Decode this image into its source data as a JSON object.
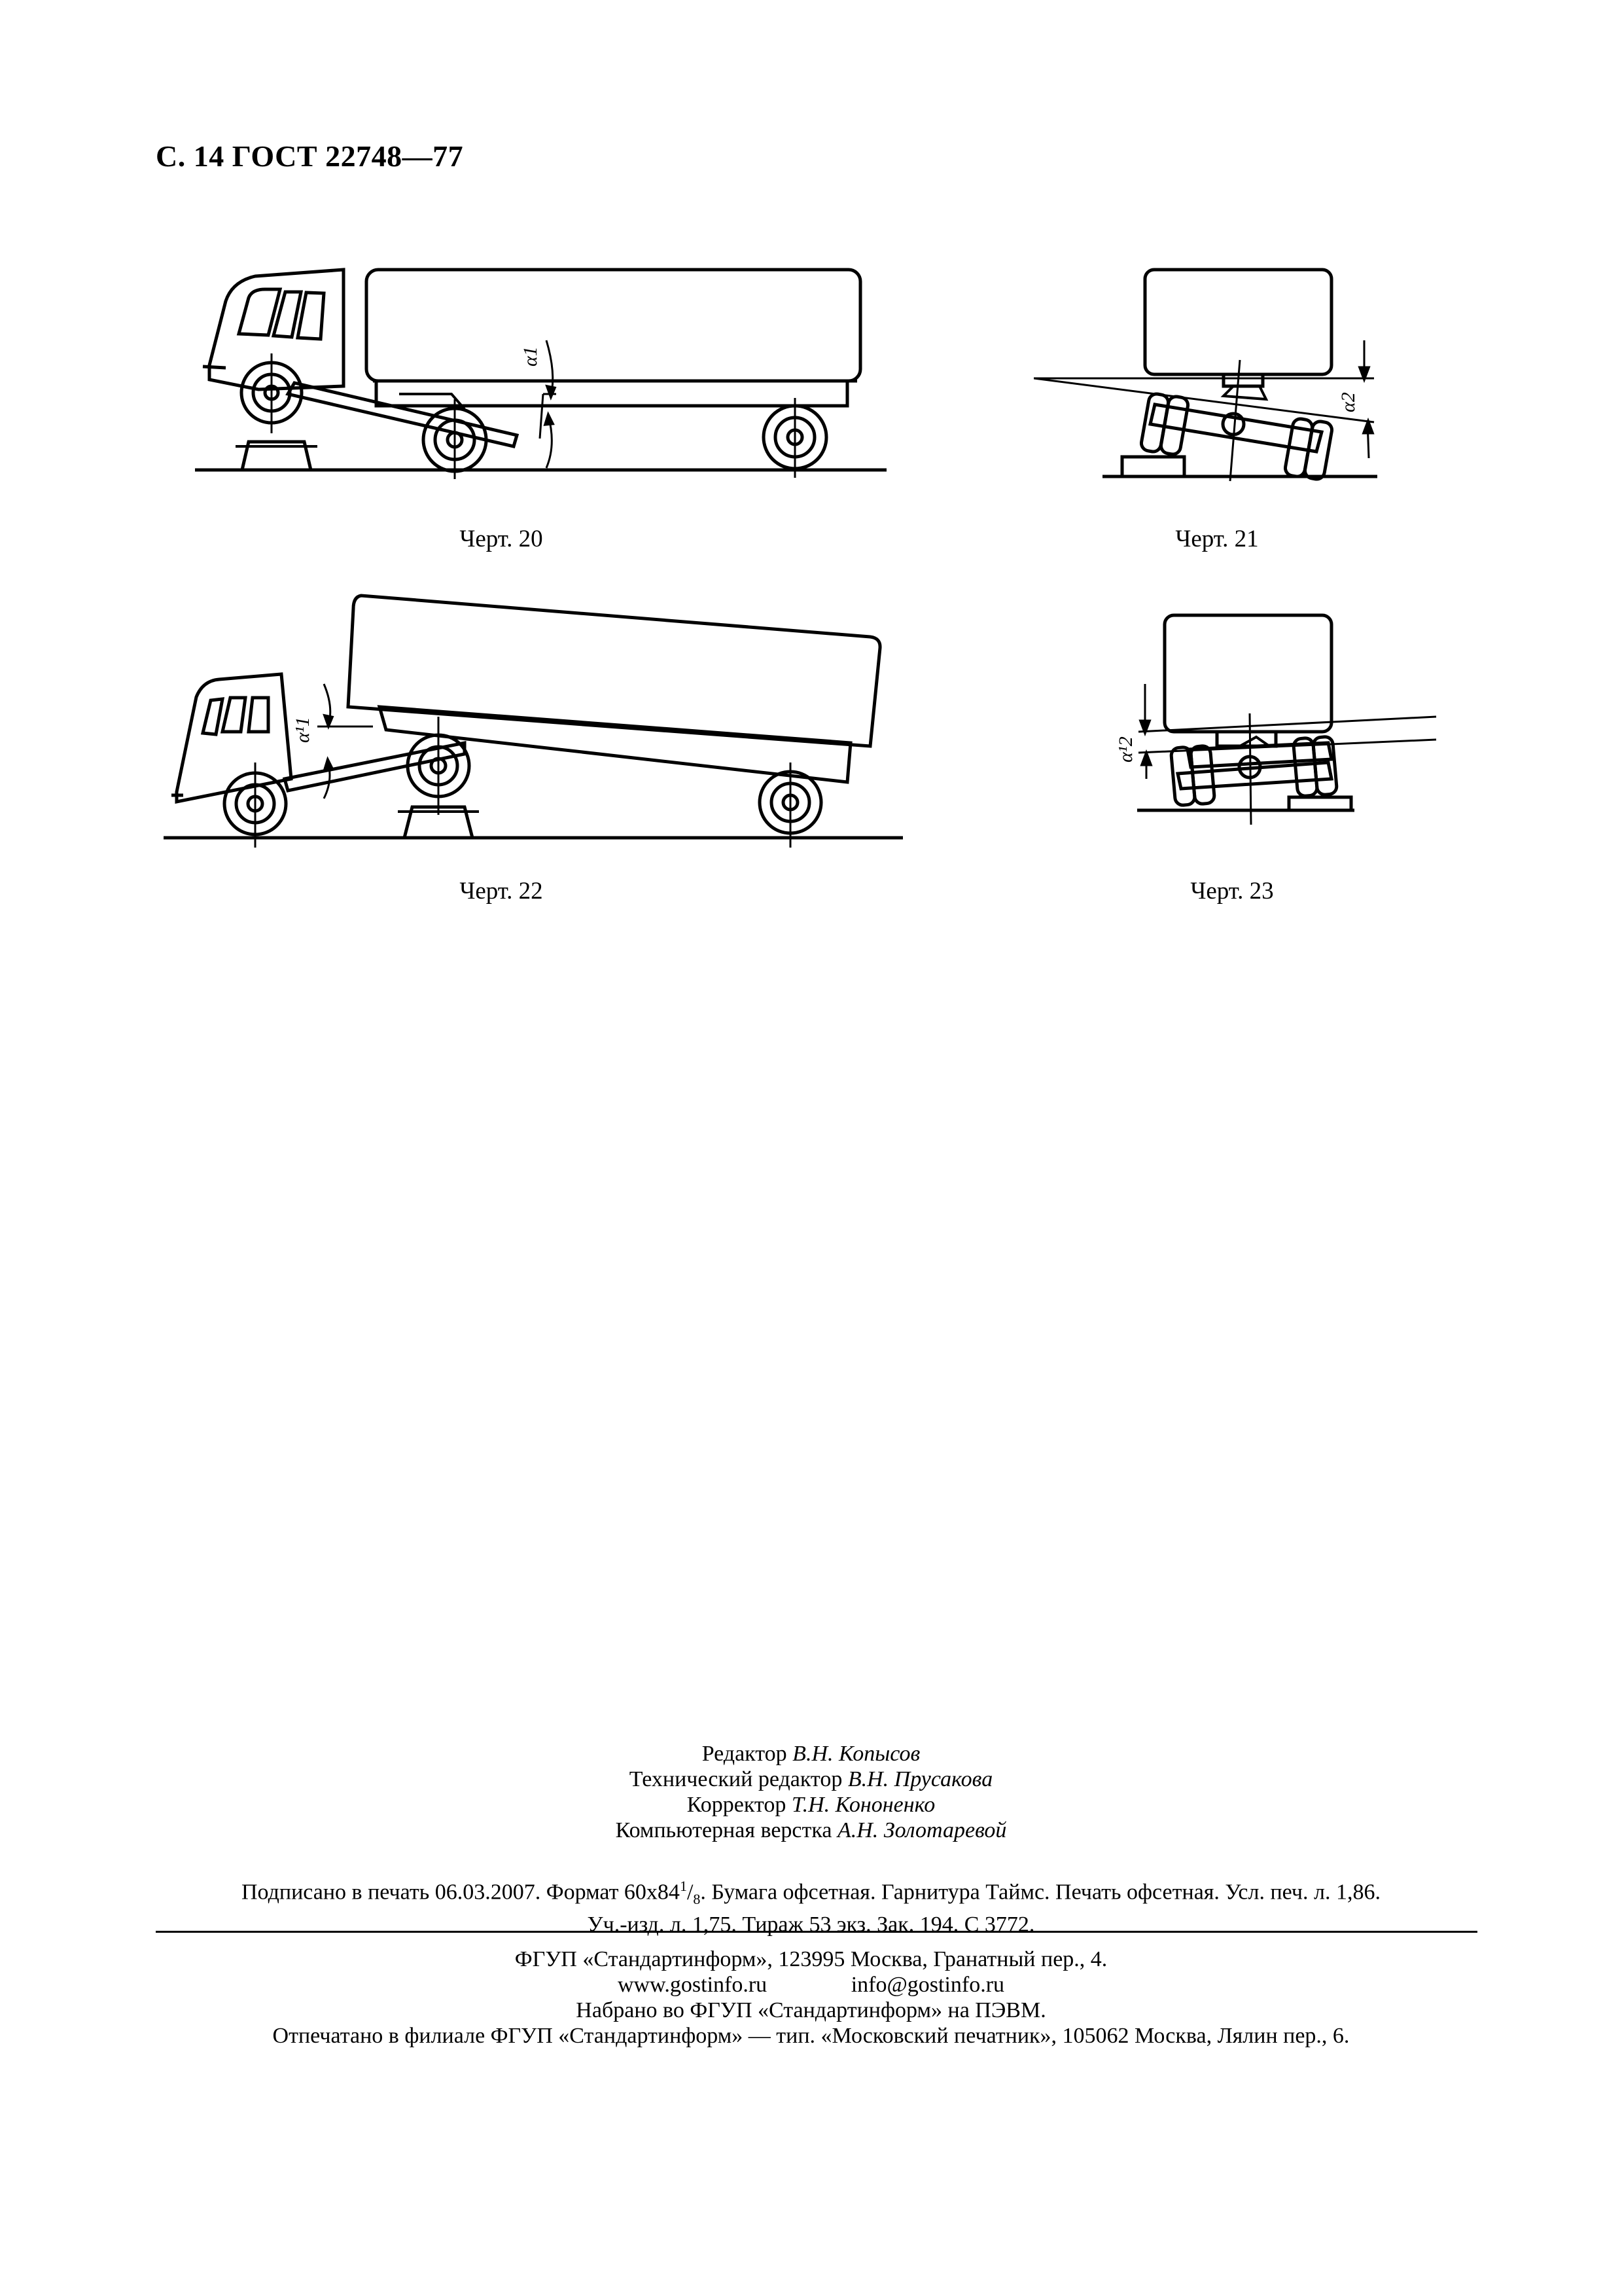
{
  "header": {
    "title": "С. 14 ГОСТ 22748—77"
  },
  "figures": {
    "fig20": {
      "caption": "Черт. 20",
      "angle_label": "α1"
    },
    "fig21": {
      "caption": "Черт. 21",
      "angle_label": "α2"
    },
    "fig22": {
      "caption": "Черт. 22",
      "angle_label": "α¹1"
    },
    "fig23": {
      "caption": "Черт. 23",
      "angle_label": "α¹2"
    }
  },
  "credits": {
    "editor_role": "Редактор",
    "editor_name": "В.Н. Копысов",
    "tech_editor_role": "Технический редактор",
    "tech_editor_name": "В.Н. Прусакова",
    "corrector_role": "Корректор",
    "corrector_name": "Т.Н. Кононенко",
    "layout_role": "Компьютерная верстка",
    "layout_name": "А.Н. Золотаревой"
  },
  "print_info": {
    "line1_a": "Подписано в печать 06.03.2007. Формат 60х84",
    "line1_sup": "1",
    "line1_sub": "8",
    "line1_b": ". Бумага офсетная. Гарнитура Таймс. Печать офсетная. Усл. печ. л. 1,86.",
    "line2": "Уч.-изд. л. 1,75. Тираж 53 экз. Зак. 194. С 3772."
  },
  "publisher": {
    "line1": "ФГУП «Стандартинформ», 123995 Москва, Гранатный пер., 4.",
    "website": "www.gostinfo.ru",
    "email": "info@gostinfo.ru",
    "line3": "Набрано во ФГУП «Стандартинформ» на ПЭВМ.",
    "line4": "Отпечатано в филиале ФГУП «Стандартинформ» — тип. «Московский печатник», 105062 Москва, Лялин пер., 6."
  }
}
